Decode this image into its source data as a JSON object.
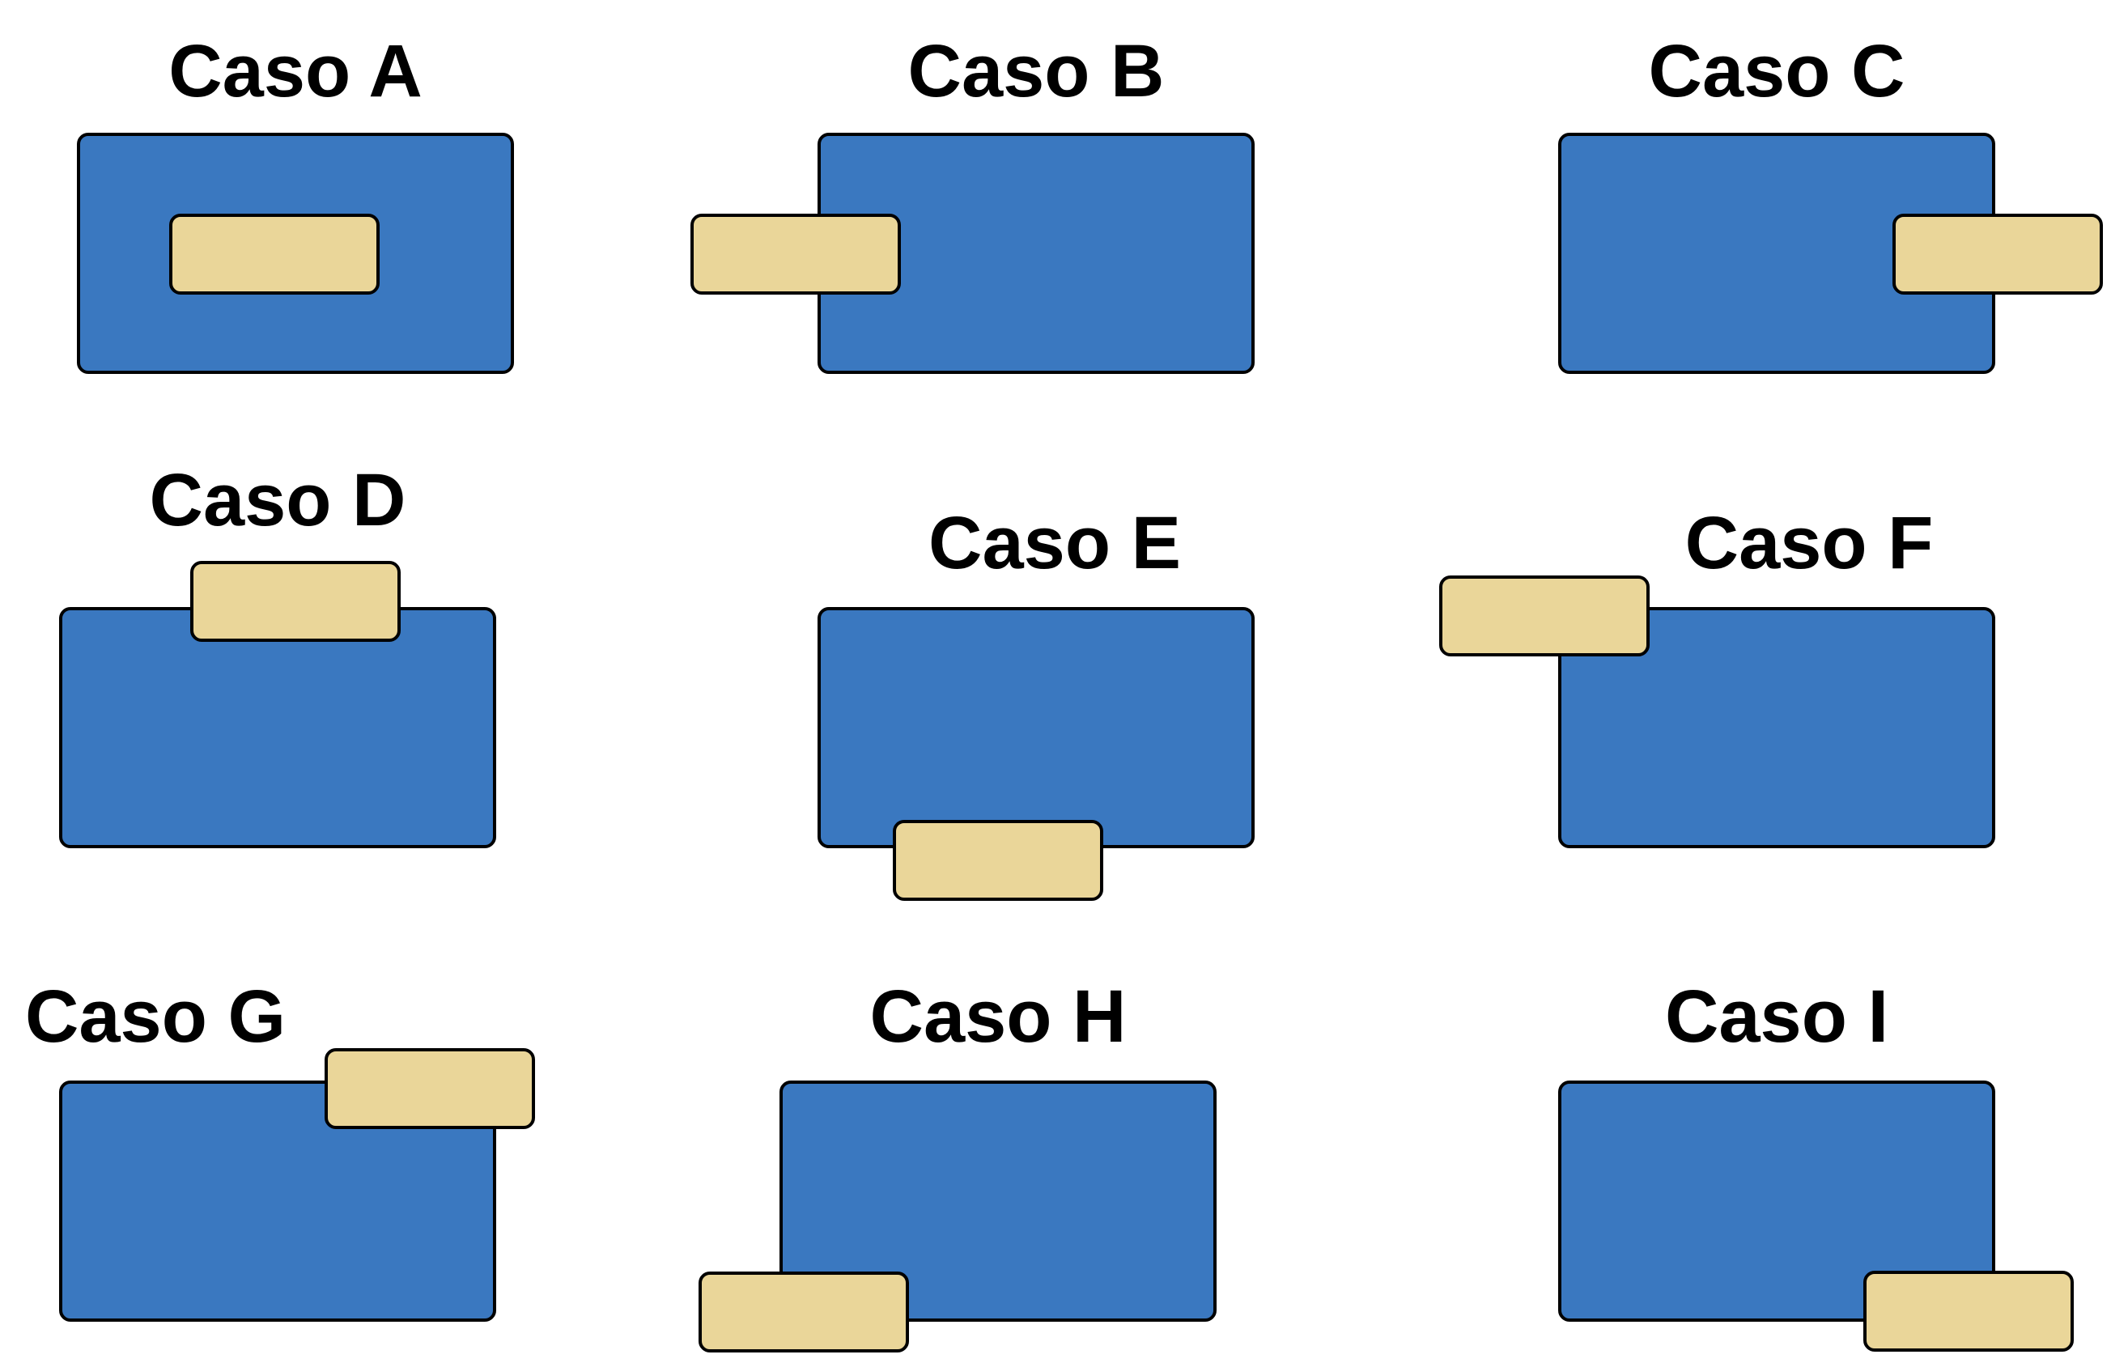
{
  "colors": {
    "large_fill": "#3a78c0",
    "small_fill": "#ead699",
    "stroke": "#000000"
  },
  "cases": [
    {
      "id": "a",
      "label": "Caso A"
    },
    {
      "id": "b",
      "label": "Caso B"
    },
    {
      "id": "c",
      "label": "Caso C"
    },
    {
      "id": "d",
      "label": "Caso D"
    },
    {
      "id": "e",
      "label": "Caso E"
    },
    {
      "id": "f",
      "label": "Caso F"
    },
    {
      "id": "g",
      "label": "Caso G"
    },
    {
      "id": "h",
      "label": "Caso H"
    },
    {
      "id": "i",
      "label": "Caso I"
    }
  ]
}
